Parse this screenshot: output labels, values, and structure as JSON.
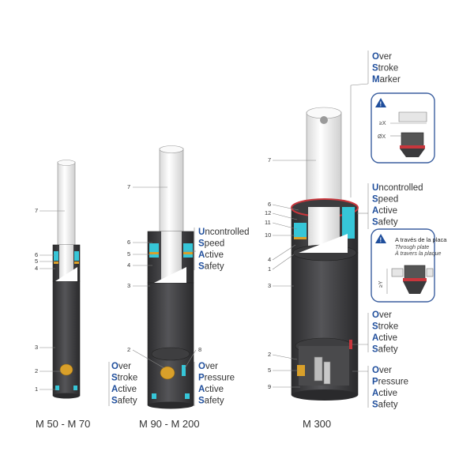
{
  "models": {
    "m50": "M 50 - M 70",
    "m90": "M 90 - M 200",
    "m300": "M 300"
  },
  "part_numbers": {
    "m50": [
      "7",
      "6",
      "5",
      "4",
      "3",
      "2",
      "1"
    ],
    "m90": [
      "7",
      "6",
      "5",
      "4",
      "3",
      "2",
      "8"
    ],
    "m300": [
      "7",
      "6",
      "12",
      "11",
      "10",
      "4",
      "1",
      "3",
      "2",
      "5",
      "9"
    ]
  },
  "features": {
    "over_stroke_marker": [
      {
        "initial": "O",
        "rest": "ver"
      },
      {
        "initial": "S",
        "rest": "troke"
      },
      {
        "initial": "M",
        "rest": "arker"
      }
    ],
    "usas_m90": [
      {
        "initial": "U",
        "rest": "ncontrolled"
      },
      {
        "initial": "S",
        "rest": "peed"
      },
      {
        "initial": "A",
        "rest": "ctive"
      },
      {
        "initial": "S",
        "rest": "afety"
      }
    ],
    "osas_m90": [
      {
        "initial": "O",
        "rest": "ver"
      },
      {
        "initial": "S",
        "rest": "troke"
      },
      {
        "initial": "A",
        "rest": "ctive"
      },
      {
        "initial": "S",
        "rest": "afety"
      }
    ],
    "opas_m90": [
      {
        "initial": "O",
        "rest": "ver"
      },
      {
        "initial": "P",
        "rest": "ressure"
      },
      {
        "initial": "A",
        "rest": "ctive"
      },
      {
        "initial": "S",
        "rest": "afety"
      }
    ],
    "usas_m300": [
      {
        "initial": "U",
        "rest": "ncontrolled"
      },
      {
        "initial": "S",
        "rest": "peed"
      },
      {
        "initial": "A",
        "rest": "ctive"
      },
      {
        "initial": "S",
        "rest": "afety"
      }
    ],
    "osas_m300": [
      {
        "initial": "O",
        "rest": "ver"
      },
      {
        "initial": "S",
        "rest": "troke"
      },
      {
        "initial": "A",
        "rest": "ctive"
      },
      {
        "initial": "S",
        "rest": "afety"
      }
    ],
    "opas_m300": [
      {
        "initial": "O",
        "rest": "ver"
      },
      {
        "initial": "P",
        "rest": "ressure"
      },
      {
        "initial": "A",
        "rest": "ctive"
      },
      {
        "initial": "S",
        "rest": "afety"
      }
    ]
  },
  "callout_marker": {
    "dim_depth": "≥X",
    "dim_diameter": "ØX"
  },
  "callout_plate": {
    "title": "A través de la placa",
    "line2": "Through plate",
    "line3": "À travers la plaque",
    "dim": "≥Y"
  },
  "colors": {
    "body": "#4a4a4c",
    "body_dark": "#2e2e30",
    "rod": "#f4f4f4",
    "seal": "#36c6d8",
    "valve": "#d9a02a",
    "accent_red": "#c8363c",
    "initial_blue": "#1f4e9c",
    "callout_border": "#3b5f9f"
  }
}
